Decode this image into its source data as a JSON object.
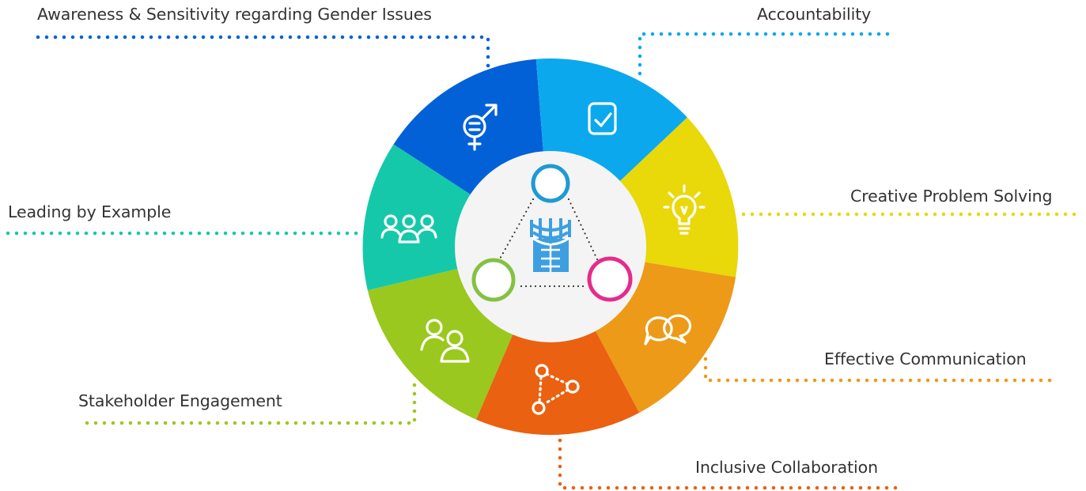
{
  "labels": {
    "gender": "Awareness & Sensitivity regarding Gender Issues",
    "accountability": "Accountability",
    "creative": "Creative Problem Solving",
    "leading": "Leading by Example",
    "communication": "Effective Communication",
    "stakeholder": "Stakeholder Engagement",
    "collaboration": "Inclusive Collaboration"
  },
  "colors": {
    "gender": "#0361d8",
    "accountability": "#0ba8ee",
    "creative": "#e9d80a",
    "communication": "#ec9a18",
    "collaboration": "#e96111",
    "stakeholder": "#9ac81e",
    "leading": "#15c8a9",
    "center_fill": "#f4f4f4",
    "node_blue": "#1f9ad3",
    "node_green": "#85c144",
    "node_pink": "#e52c8a",
    "logo_blue": "#3d9fe0",
    "label_text": "#333333"
  },
  "icons": {
    "gender": "gender-equality-icon",
    "accountability": "checkbox-icon",
    "creative": "lightbulb-icon",
    "communication": "chat-bubbles-icon",
    "collaboration": "network-triangle-icon",
    "stakeholder": "two-people-icon",
    "leading": "three-people-icon",
    "center_logo": "organization-logo-icon"
  }
}
